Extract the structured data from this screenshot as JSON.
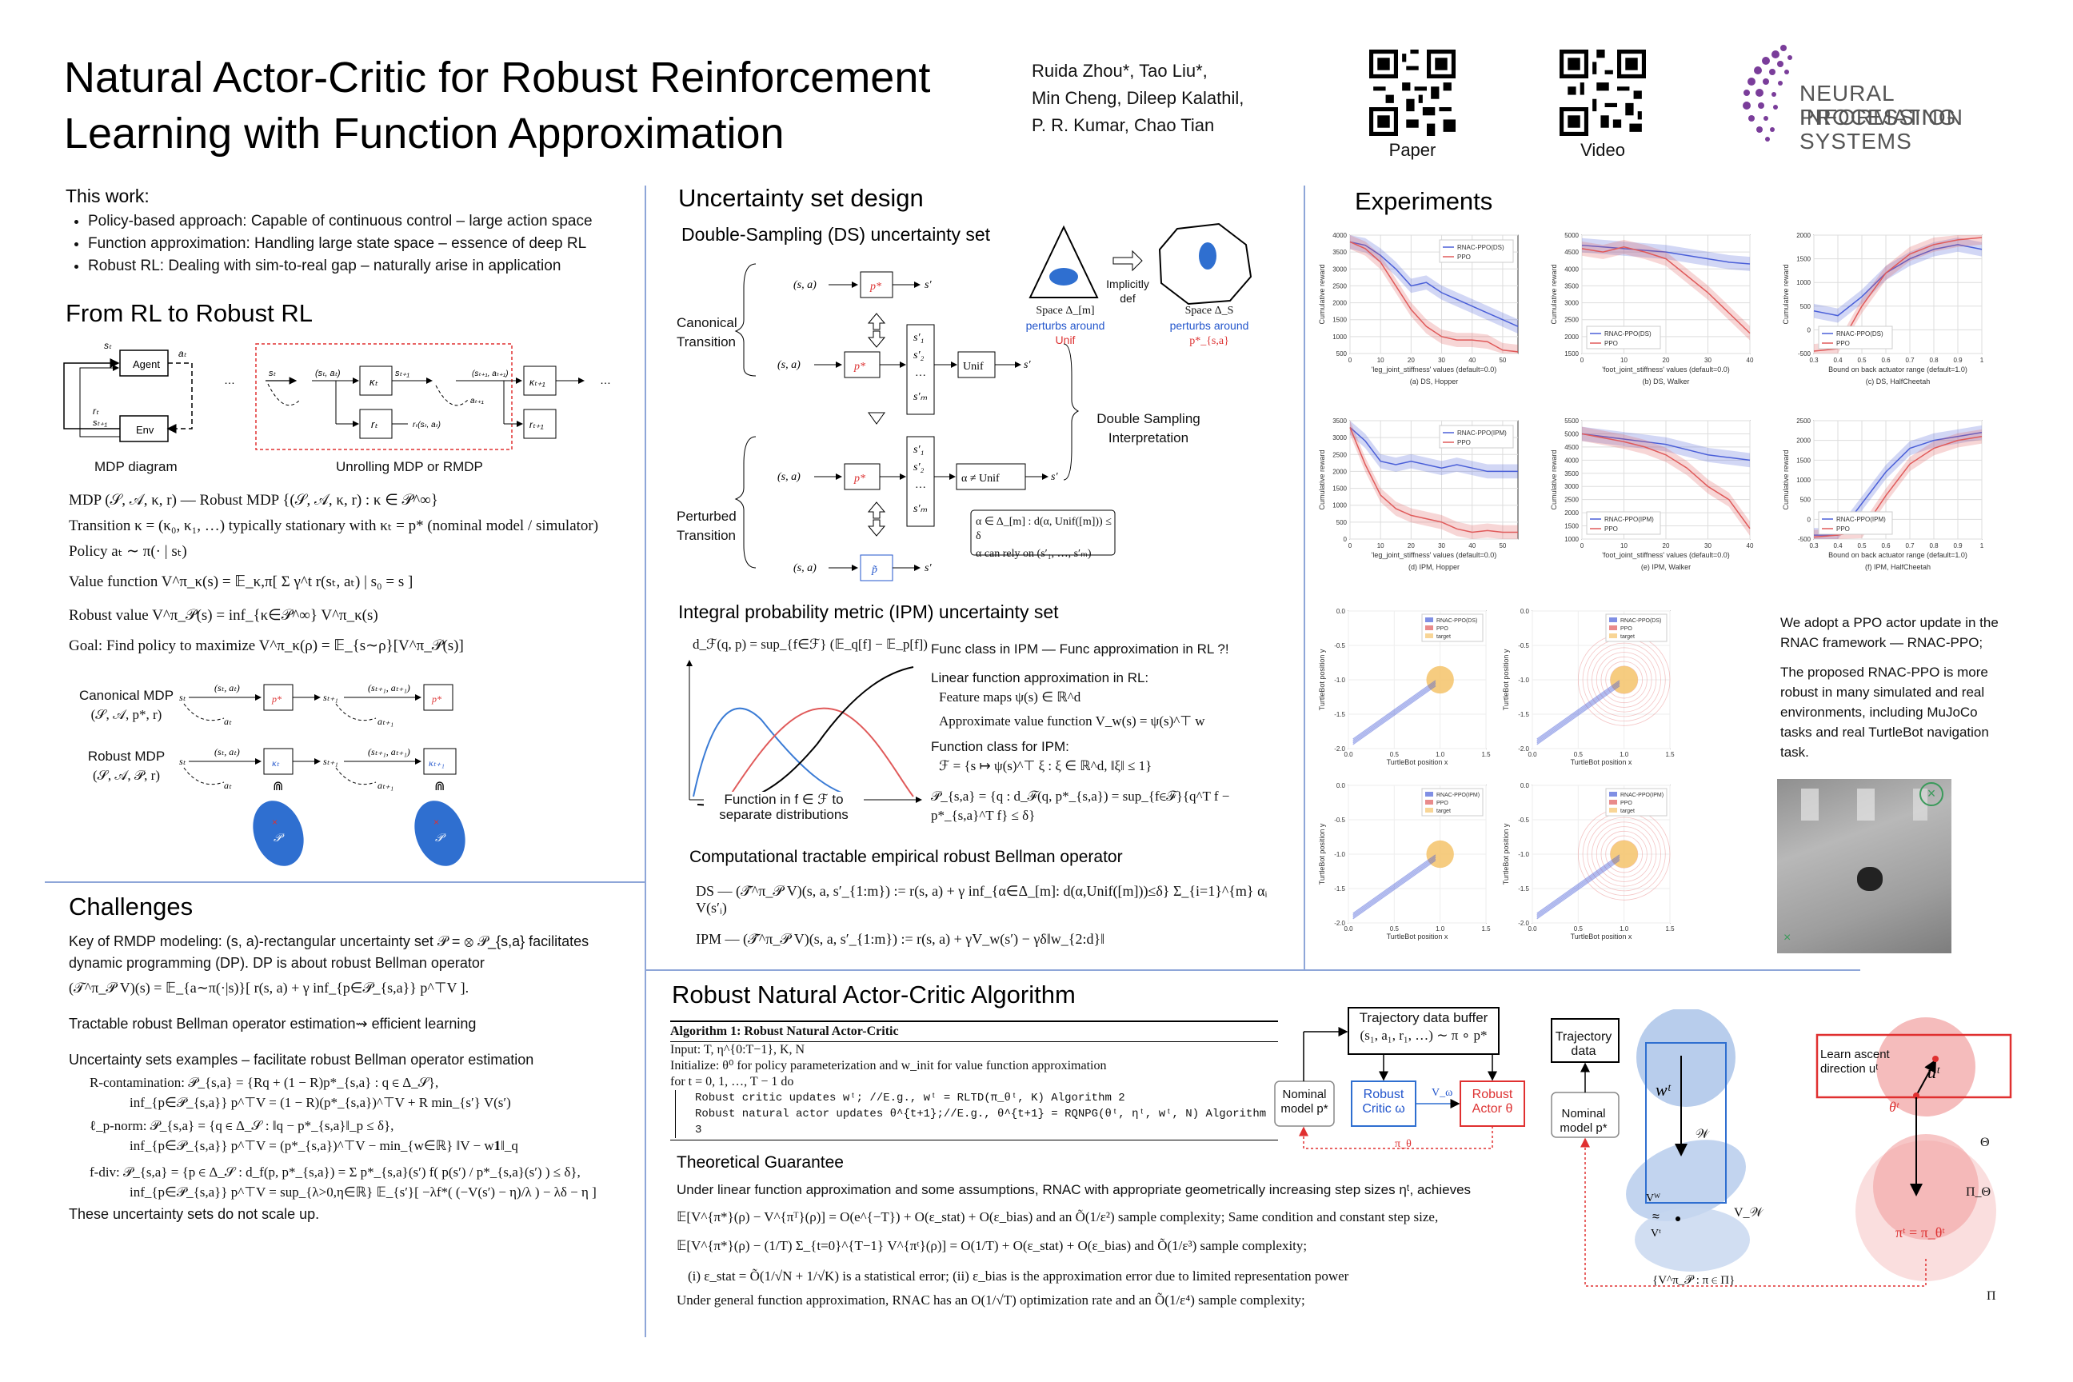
{
  "header": {
    "title": "Natural Actor-Critic for Robust Reinforcement Learning with Function Approximation",
    "authors": [
      "Ruida Zhou*, Tao Liu*,",
      "Min Cheng, Dileep Kalathil,",
      "P. R. Kumar, Chao Tian"
    ],
    "qr_paper_label": "Paper",
    "qr_video_label": "Video",
    "logo_line1": "NEURAL INFORMATION",
    "logo_line2": "PROCESSING SYSTEMS"
  },
  "this_work": {
    "heading": "This work:",
    "bullets": [
      "Policy-based approach: Capable of continuous control – large action space",
      "Function approximation: Handling large state space – essence of deep RL",
      "Robust RL: Dealing with sim-to-real gap – naturally arise in application"
    ]
  },
  "from_rl": {
    "heading": "From RL to Robust RL",
    "mdp_caption": "MDP diagram",
    "unroll_caption": "Unrolling MDP or RMDP",
    "agent": "Agent",
    "env": "Env",
    "lines": [
      "MDP (𝒮, 𝒜, κ, r) — Robust MDP {(𝒮, 𝒜, κ, r) : κ ∈ 𝒫^∞}",
      "Transition κ = (κ₀, κ₁, …) typically stationary with κₜ = p* (nominal model / simulator)",
      "Policy aₜ ∼ π(· | sₜ)",
      "Value function V^π_κ(s) = 𝔼_κ,π[ Σ γ^t r(sₜ, aₜ) | s₀ = s ]",
      "Robust value V^π_𝒫(s) = inf_{κ∈𝒫^∞} V^π_κ(s)",
      "Goal: Find policy to maximize V^π_κ(ρ) = 𝔼_{s∼ρ}[V^π_𝒫(s)]"
    ],
    "canonical_mdp": "Canonical MDP",
    "canonical_tuple": "(𝒮, 𝒜, p*, r)",
    "robust_mdp": "Robust MDP",
    "robust_tuple": "(𝒮, 𝒜, 𝒫, r)"
  },
  "challenges": {
    "heading": "Challenges",
    "p1a": "Key of RMDP modeling: (s, a)-rectangular uncertainty set 𝒫 = ⊗ 𝒫_{s,a} facilitates",
    "p1b": "dynamic programming (DP). DP is about robust Bellman operator",
    "p1c": "(𝒯^π_𝒫 V)(s) = 𝔼_{a∼π(·|s)}[ r(s, a) + γ inf_{p∈𝒫_{s,a}} p^⊤V ].",
    "p2": "Tractable robust Bellman operator estimation⇝ efficient learning",
    "p3": "Uncertainty sets examples – facilitate robust Bellman operator estimation",
    "ex1a": "R-contamination: 𝒫_{s,a} = {Rq + (1 − R)p*_{s,a} : q ∈ Δ_𝒮},",
    "ex1b": "inf_{p∈𝒫_{s,a}} p^⊤V = (1 − R)(p*_{s,a})^⊤V + R min_{s′} V(s′)",
    "ex2a": "ℓ_p-norm: 𝒫_{s,a} = {q ∈ Δ_𝒮 : ‖q − p*_{s,a}‖_p ≤ δ},",
    "ex2b": "inf_{p∈𝒫_{s,a}} p^⊤V = (p*_{s,a})^⊤V − min_{w∈ℝ} ‖V − w𝟏‖_q",
    "ex3a": "f-div: 𝒫_{s,a} = {p ∈ Δ_𝒮 : d_f(p, p*_{s,a}) = Σ p*_{s,a}(s′) f( p(s′) / p*_{s,a}(s′) ) ≤ δ},",
    "ex3b": "inf_{p∈𝒫_{s,a}} p^⊤V = sup_{λ>0,η∈ℝ} 𝔼_{s′}[ −λf*( (−V(s′) − η)/λ ) − λδ − η ]",
    "p4": "These uncertainty sets do not scale up."
  },
  "uncertainty": {
    "heading": "Uncertainty set design",
    "ds_heading": "Double-Sampling (DS) uncertainty set",
    "canonical_transition": "Canonical Transition",
    "perturbed_transition": "Perturbed Transition",
    "ds_interp": "Double Sampling Interpretation",
    "unif": "Unif",
    "alpha_neq": "α ≠ Unif",
    "cond1": "α ∈ Δ_[m] : d(α, Unif([m])) ≤ δ",
    "cond2": "α can rely on (s′₁, …, s′ₘ)",
    "space_m": "Space Δ_[m]",
    "perturb_m_a": "perturbs around",
    "perturb_m_b": "Unif",
    "implicitly": "Implicitly def",
    "space_s": "Space Δ_S",
    "perturb_s_a": "perturbs around",
    "perturb_s_b": "p*_{s,a}",
    "ipm_heading": "Integral probability metric (IPM) uncertainty set",
    "ipm_formula": "d_ℱ(q, p) = sup_{f∈ℱ} (𝔼_q[f] − 𝔼_p[f])",
    "ipm_plot_caption": "Function in f ∈ ℱ to separate distributions",
    "ipm_lines": [
      "Func class in IPM — Func approximation in RL ?!",
      "Linear function approximation in RL:",
      "Feature maps ψ(s) ∈ ℝ^d",
      "Approximate value function V_w(s) = ψ(s)^⊤ w",
      "Function class for IPM:",
      "ℱ = {s ↦ ψ(s)^⊤ ξ : ξ ∈ ℝ^d, ‖ξ‖ ≤ 1}",
      "𝒫_{s,a} = {q : d_ℱ(q, p*_{s,a}) = sup_{f∈ℱ}{q^T f − p*_{s,a}^T f} ≤ δ}"
    ],
    "comp_heading": "Computational tractable empirical robust Bellman operator",
    "ds_op": "DS — (𝒯̂^π_𝒫 V)(s, a, s′_{1:m}) := r(s, a) + γ inf_{α∈Δ_[m]: d(α,Unif([m]))≤δ} Σ_{i=1}^{m} αᵢ V(s′ᵢ)",
    "ipm_op": "IPM — (𝒯̂^π_𝒫 V)(s, a, s′_{1:m}) := r(s, a) + γV_w(s′) − γδ‖w_{2:d}‖"
  },
  "experiments": {
    "heading": "Experiments",
    "ppo_note": "We adopt a PPO actor update in the RNAC framework — RNAC-PPO;",
    "robust_note": "The proposed RNAC-PPO is more robust in many simulated and real environments, including MuJoCo tasks and real TurtleBot navigation task.",
    "ylabel": "Cumulative reward",
    "turtle_xlabel": "TurtleBot position x",
    "turtle_ylabel": "TurtleBot position y",
    "legend_target": "target"
  },
  "algorithm": {
    "heading": "Robust Natural Actor-Critic Algorithm",
    "algo_title": "Algorithm 1: Robust Natural Actor-Critic",
    "input": "Input: T, η^{0:T−1}, K, N",
    "initialize": "Initialize: θ⁰ for policy parameterization and w_init for value function approximation",
    "for_line": "for t = 0, 1, …, T − 1 do",
    "line_critic": "Robust critic updates wᵗ;   //E.g., wᵗ = RLTD(π_θᵗ, K) Algorithm 2",
    "line_actor": "Robust natural actor updates θ^{t+1};//E.g., θ^{t+1} = RQNPG(θᵗ, ηᵗ, wᵗ, N) Algorithm 3",
    "buffer_label": "Trajectory data buffer",
    "buffer_formula": "(s₁, a₁, r₁, …) ∼ π ∘ p*",
    "nominal": "Nominal model p*",
    "critic": "Robust Critic ω",
    "actor": "Robust Actor θ",
    "v_omega": "V_ω",
    "pi_theta": "π_θ",
    "traj_data": "Trajectory data",
    "nominal2": "Nominal model p*",
    "learn_ascent": "Learn ascent direction uᵗ",
    "set_label": "{V^π_𝒫 : π ∈ Π}",
    "w_label": "𝒲",
    "v_w": "V_𝒲",
    "theta": "Θ",
    "pi_upper": "Π",
    "pi_theta_label": "Π_Θ",
    "pi_eq": "πᵗ = π_θᵗ",
    "theory_heading": "Theoretical Guarantee",
    "t1": "Under linear function approximation and some assumptions, RNAC with appropriate geometrically increasing step sizes ηᵗ, achieves",
    "t2": "𝔼[V^{π*}(ρ) − V^{πᵀ}(ρ)] = O(e^{−T}) + O(ε_stat) + O(ε_bias) and an Õ(1/ε²) sample complexity; Same condition and constant step size,",
    "t3": "𝔼[V^{π*}(ρ) − (1/T) Σ_{t=0}^{T−1} V^{πᵗ}(ρ)] = O(1/T) + O(ε_stat) + O(ε_bias) and Õ(1/ε³) sample complexity;",
    "t4": "(i) ε_stat = Õ(1/√N + 1/√K) is a statistical error; (ii) ε_bias  is the approximation error due to limited representation power",
    "t5": "Under general function approximation, RNAC has an O(1/√T) optimization rate and an Õ(1/ε⁴) sample complexity;"
  },
  "chart_data": [
    {
      "type": "line",
      "title": "(a) DS, Hopper",
      "xlabel": "'leg_joint_stiffness' values (default=0.0)",
      "ylabel": "Cumulative reward",
      "ylim": [
        500,
        4000
      ],
      "x": [
        0,
        5,
        10,
        15,
        20,
        25,
        30,
        35,
        40,
        45,
        50,
        55
      ],
      "series": [
        {
          "name": "RNAC-PPO(DS)",
          "values": [
            3800,
            3700,
            3400,
            3000,
            2500,
            2600,
            2300,
            2100,
            1900,
            1700,
            1500,
            1300
          ]
        },
        {
          "name": "PPO",
          "values": [
            3800,
            3600,
            3200,
            2500,
            1800,
            1300,
            1000,
            900,
            900,
            850,
            600,
            550
          ]
        }
      ],
      "xticks": [
        0,
        10,
        20,
        30,
        40,
        50
      ],
      "yticks": [
        500,
        1000,
        1500,
        2000,
        2500,
        3000,
        3500,
        4000
      ]
    },
    {
      "type": "line",
      "title": "(b) DS, Walker",
      "xlabel": "'foot_joint_stiffness' values (default=0.0)",
      "ylabel": "Cumulative reward",
      "ylim": [
        1500,
        5000
      ],
      "x": [
        0,
        5,
        10,
        15,
        20,
        25,
        30,
        35,
        40
      ],
      "series": [
        {
          "name": "RNAC-PPO(DS)",
          "values": [
            4700,
            4650,
            4600,
            4550,
            4500,
            4400,
            4300,
            4200,
            4150
          ]
        },
        {
          "name": "PPO",
          "values": [
            4600,
            4500,
            4650,
            4500,
            4300,
            3800,
            3300,
            2700,
            2100
          ]
        }
      ],
      "xticks": [
        0,
        10,
        20,
        30,
        40
      ],
      "yticks": [
        1500,
        2000,
        2500,
        3000,
        3500,
        4000,
        4500,
        5000
      ]
    },
    {
      "type": "line",
      "title": "(c) DS, HalfCheetah",
      "xlabel": "Bound on back actuator range (default=1.0)",
      "ylabel": "Cumulative reward",
      "ylim": [
        -500,
        2000
      ],
      "x": [
        0.3,
        0.4,
        0.5,
        0.6,
        0.7,
        0.8,
        0.9,
        1.0
      ],
      "series": [
        {
          "name": "RNAC-PPO(DS)",
          "values": [
            400,
            300,
            700,
            1200,
            1500,
            1700,
            1800,
            1700
          ]
        },
        {
          "name": "PPO",
          "values": [
            -450,
            -400,
            500,
            1200,
            1600,
            1800,
            1900,
            1950
          ]
        }
      ],
      "xticks": [
        0.3,
        0.4,
        0.5,
        0.6,
        0.7,
        0.8,
        0.9,
        1.0
      ],
      "yticks": [
        -500,
        0,
        500,
        1000,
        1500,
        2000
      ]
    },
    {
      "type": "line",
      "title": "(d) IPM, Hopper",
      "xlabel": "'leg_joint_stiffness' values (default=0.0)",
      "ylabel": "Cumulative reward",
      "ylim": [
        0,
        3500
      ],
      "x": [
        0,
        5,
        10,
        15,
        20,
        25,
        30,
        35,
        40,
        45,
        50,
        55
      ],
      "series": [
        {
          "name": "RNAC-PPO(IPM)",
          "values": [
            3300,
            2900,
            2300,
            2200,
            2300,
            2200,
            2100,
            2200,
            2100,
            2000,
            2000,
            2000
          ]
        },
        {
          "name": "PPO",
          "values": [
            3300,
            2200,
            1300,
            900,
            700,
            600,
            500,
            300,
            200,
            250,
            200,
            200
          ]
        }
      ],
      "xticks": [
        0,
        10,
        20,
        30,
        40,
        50
      ],
      "yticks": [
        0,
        500,
        1000,
        1500,
        2000,
        2500,
        3000,
        3500
      ]
    },
    {
      "type": "line",
      "title": "(e) IPM, Walker",
      "xlabel": "'foot_joint_stiffness' values (default=0.0)",
      "ylabel": "Cumulative reward",
      "ylim": [
        1000,
        5500
      ],
      "x": [
        0,
        5,
        10,
        15,
        20,
        25,
        30,
        35,
        40
      ],
      "series": [
        {
          "name": "RNAC-PPO(IPM)",
          "values": [
            5000,
            4900,
            4800,
            4700,
            4600,
            4400,
            4200,
            4100,
            4000
          ]
        },
        {
          "name": "PPO",
          "values": [
            5000,
            4850,
            4700,
            4500,
            4200,
            3700,
            3000,
            2500,
            1400
          ]
        }
      ],
      "xticks": [
        0,
        10,
        20,
        30,
        40
      ],
      "yticks": [
        1000,
        1500,
        2000,
        2500,
        3000,
        3500,
        4000,
        4500,
        5000,
        5500
      ]
    },
    {
      "type": "line",
      "title": "(f) IPM, HalfCheetah",
      "xlabel": "Bound on back actuator range (default=1.0)",
      "ylabel": "Cumulative reward",
      "ylim": [
        -500,
        2500
      ],
      "x": [
        0.3,
        0.4,
        0.5,
        0.6,
        0.7,
        0.8,
        0.9,
        1.0
      ],
      "series": [
        {
          "name": "RNAC-PPO(IPM)",
          "values": [
            -400,
            -400,
            400,
            1200,
            1800,
            2000,
            2100,
            2200
          ]
        },
        {
          "name": "PPO",
          "values": [
            -450,
            -400,
            -300,
            600,
            1400,
            1800,
            2000,
            2100
          ]
        }
      ],
      "xticks": [
        0.3,
        0.4,
        0.5,
        0.6,
        0.7,
        0.8,
        0.9,
        1.0
      ],
      "yticks": [
        -500,
        0,
        500,
        1000,
        1500,
        2000,
        2500
      ]
    }
  ],
  "colors": {
    "blue": "#4a5fd8",
    "red": "#e05a5a",
    "divider": "#8ea6d8",
    "red_box": "#e03030",
    "blue_box": "#2f6fd0"
  }
}
